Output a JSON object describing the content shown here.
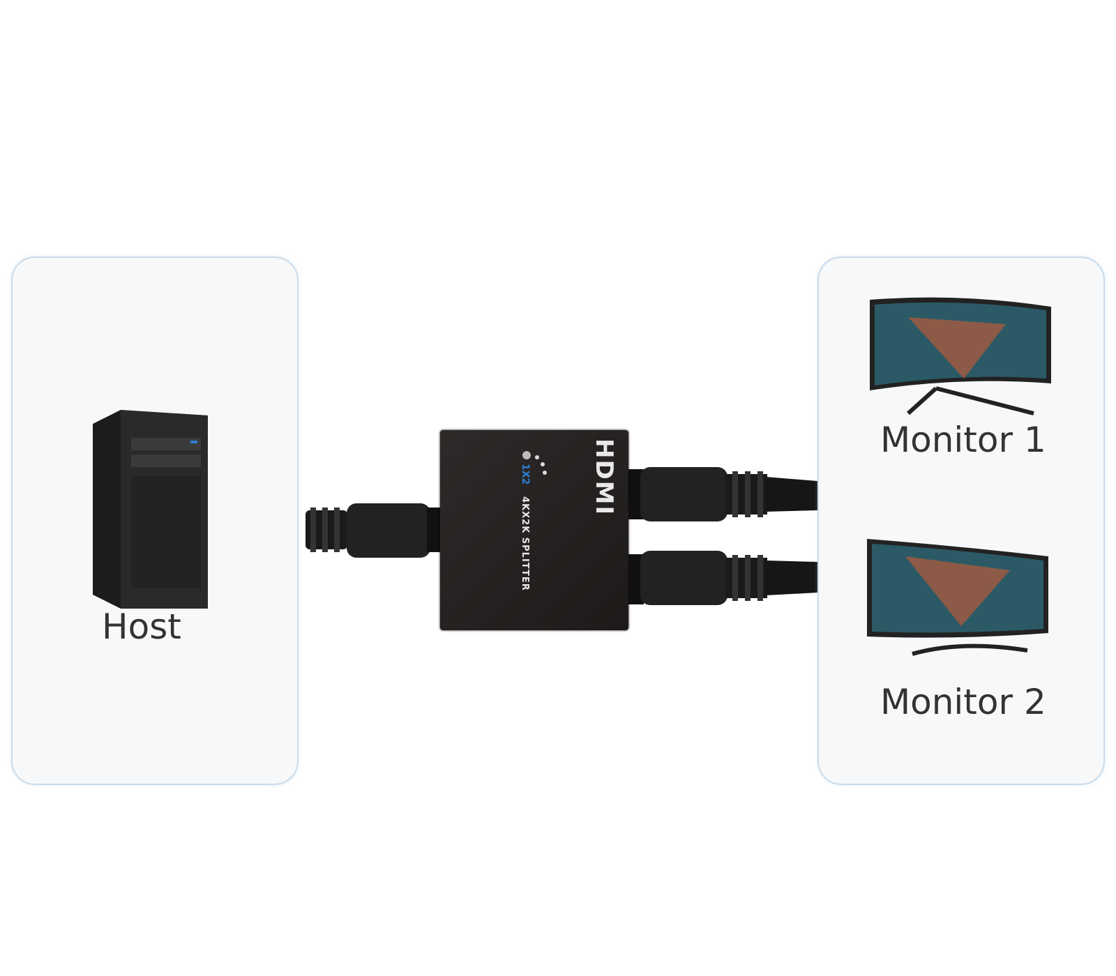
{
  "host": {
    "label": "Host"
  },
  "monitors": [
    {
      "label": "Monitor 1"
    },
    {
      "label": "Monitor 2"
    }
  ],
  "splitter": {
    "brand": "HDMI",
    "ports": "1X2",
    "model": "4KX2K SPLITTER"
  },
  "colors": {
    "card_border": "#c9dcec",
    "card_bg": "#f7f8f9",
    "device": "#231f1e",
    "accent": "#2f7fd0"
  }
}
